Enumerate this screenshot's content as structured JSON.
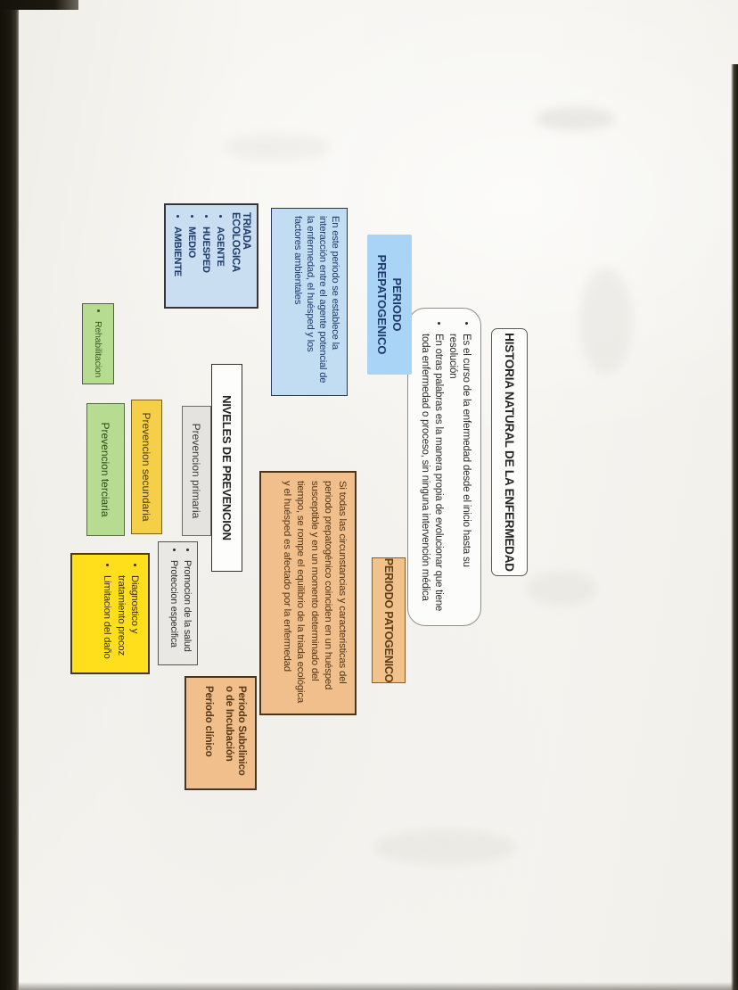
{
  "map": {
    "title": "HISTORIA NATURAL DE LA ENFERMEDAD",
    "definition_bullets": [
      "Es el curso de la enfermedad desde el inicio hasta su resolución",
      "En otras palabras es la manera propia de evolucionar que tiene toda enfermedad o proceso, sin ninguna intervención médica"
    ],
    "prepatogenico": {
      "label_line1": "PERIODO",
      "label_line2": "PREPATOGENICO",
      "description": "En este periodo se establece la interacción entre el agente potencial de la enfermedad, el huésped y los factores ambientales",
      "triada_title": "TRIADA ECOLOGICA",
      "triada_items": [
        "AGENTE",
        "HUESPED",
        "MEDIO",
        "AMBIENTE"
      ]
    },
    "patogenico": {
      "label": "PERIODO PATOGENICO",
      "description": "Si todas las circunstancias y caracteristicas del periodo prepatogénico coinciden en un huésped susceptible y en un momento determinado del tiempo, se rompe el equilibrio de la triada ecológica y el huésped es afectado por la enfermedad",
      "stages": [
        "Periodo Subclinico o de Incubación",
        "Periodo clínico"
      ]
    },
    "niveles": {
      "title": "NIVELES DE PREVENCION",
      "primaria_label": "Prevencion primaria",
      "primaria_items": [
        "Promocion de la salud",
        "Proteccion especifica"
      ],
      "secundaria_label": "Prevencion secundaria",
      "secundaria_items": [
        "Diagnostico y tratamiento precoz",
        "Limitacion del daño"
      ],
      "terciaria_label": "Prevencion terciaria",
      "terciaria_items": [
        "Rehabilitacion"
      ]
    }
  },
  "colors": {
    "blue_label_fill": "#a9d4f5",
    "blue_box_fill": "#c2dcf2",
    "blue_text": "#1d3a6b",
    "orange_fill": "#f0bf8c",
    "orange_text": "#503416",
    "green_fill": "#b6dc91",
    "gold_fill": "#f6cf48",
    "bright_yellow_fill": "#ffdf1b",
    "gray_fill": "#e9e8e5",
    "page_edge_dark": "#17150e"
  }
}
